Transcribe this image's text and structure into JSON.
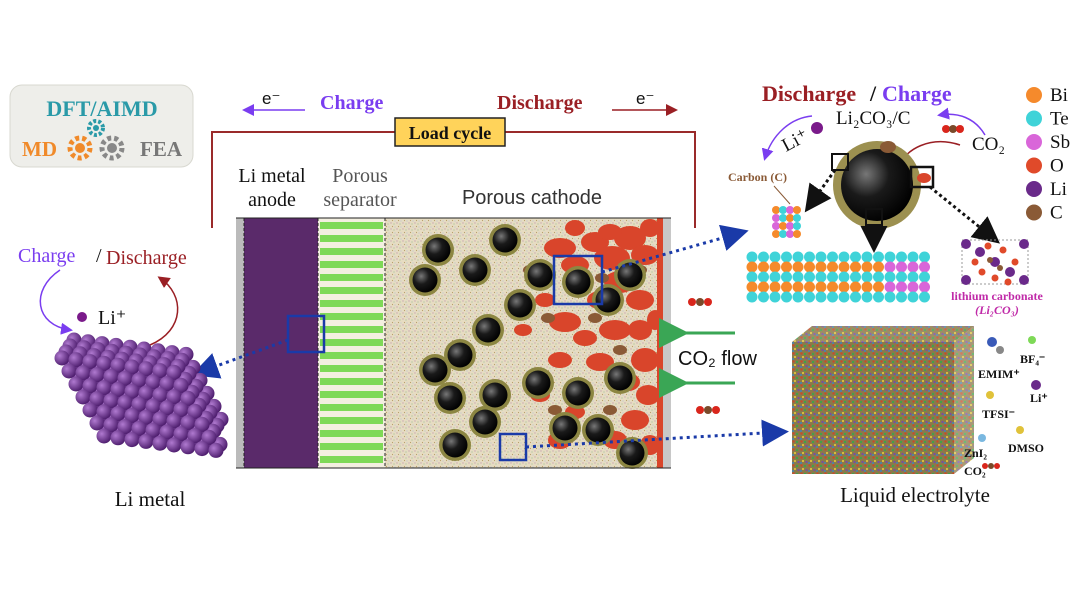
{
  "methods": {
    "dft": "DFT/AIMD",
    "md": "MD",
    "fea": "FEA"
  },
  "circuit": {
    "electron_left": "e⁻",
    "charge": "Charge",
    "discharge": "Discharge",
    "electron_right": "e⁻",
    "load_cycle": "Load cycle"
  },
  "cell": {
    "anode_label": "Li metal anode",
    "separator_label": "Porous separator",
    "cathode_label": "Porous cathode",
    "co2_flow": "CO₂ flow"
  },
  "li_metal": {
    "charge": "Charge",
    "slash": "/",
    "discharge": "Discharge",
    "li_ion": "Li⁺",
    "caption": "Li metal"
  },
  "particle_detail": {
    "discharge": "Discharge",
    "slash": "/",
    "charge": "Charge",
    "li_ion": "Li⁺",
    "product": "Li₂CO₃/C",
    "co2": "CO₂",
    "carbon_label": "Carbon (C)",
    "lithium_carbonate": "lithium carbonate",
    "lithium_carbonate_formula": "(Li₂CO₃)"
  },
  "legend": [
    {
      "label": "Bi",
      "color": "#f58a2c"
    },
    {
      "label": "Te",
      "color": "#3fd3d8"
    },
    {
      "label": "Sb",
      "color": "#d966d9"
    },
    {
      "label": "O",
      "color": "#e04a2a"
    },
    {
      "label": "Li",
      "color": "#6a2a8a"
    },
    {
      "label": "C",
      "color": "#8a5a36"
    }
  ],
  "electrolyte": {
    "caption": "Liquid electrolyte",
    "species": [
      "EMIM⁺",
      "BF₄⁻",
      "Li⁺",
      "TFSI⁻",
      "ZnI₂",
      "DMSO",
      "CO₂"
    ]
  },
  "colors": {
    "charge": "#7a3df0",
    "discharge": "#9a1f24",
    "circuit": "#9a2a2a",
    "anode": "#5a2a6a",
    "separator": "#7ed957",
    "cathode_bg": "#e9dcc0",
    "particle_shell": "#8a8a3a",
    "deposit": "#d9452b",
    "zoom_box": "#1a3aa8",
    "flow_arrow": "#3aa655",
    "teal": "#2a9aa8",
    "orange": "#f08a2a",
    "gray": "#777777"
  }
}
